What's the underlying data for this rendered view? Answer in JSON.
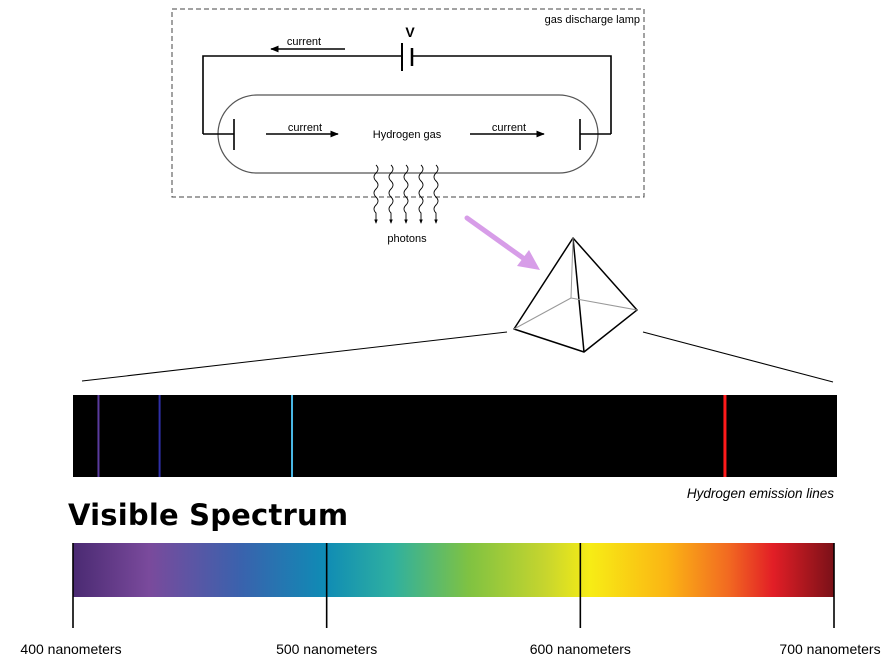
{
  "lamp": {
    "box_label": "gas discharge lamp",
    "voltage_label": "V",
    "current_labels": [
      "current",
      "current",
      "current"
    ],
    "gas_label": "Hydrogen gas",
    "photons_label": "photons"
  },
  "colors": {
    "arrow_to_prism": "#d79de8",
    "emission_background": "#000000"
  },
  "emission": {
    "caption": "Hydrogen emission lines",
    "lines": [
      {
        "nm": 410,
        "color": "#5a3b9e"
      },
      {
        "nm": 434,
        "color": "#2f2fa8"
      },
      {
        "nm": 486,
        "color": "#4ab8e6"
      },
      {
        "nm": 656,
        "color": "#ff1a1a"
      }
    ]
  },
  "spectrum": {
    "title": "Visible Spectrum",
    "range_nm": [
      400,
      700
    ],
    "ticks": [
      {
        "nm": 400,
        "label": "400 nanometers"
      },
      {
        "nm": 500,
        "label": "500 nanometers"
      },
      {
        "nm": 600,
        "label": "600 nanometers"
      },
      {
        "nm": 700,
        "label": "700 nanometers"
      }
    ]
  }
}
